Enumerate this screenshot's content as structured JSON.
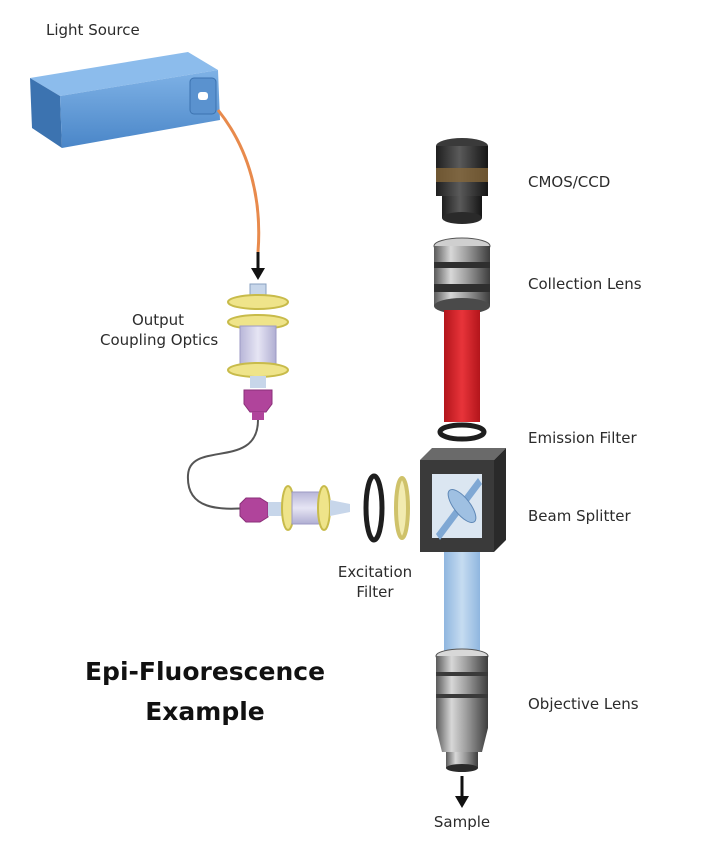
{
  "title": {
    "line1": "Epi-Fluorescence",
    "line2": "Example"
  },
  "labels": {
    "light_source": "Light Source",
    "output_coupling_line1": "Output",
    "output_coupling_line2": "Coupling Optics",
    "cmos_ccd": "CMOS/CCD",
    "collection_lens": "Collection Lens",
    "emission_filter": "Emission Filter",
    "beam_splitter": "Beam Splitter",
    "excitation_line1": "Excitation",
    "excitation_line2": "Filter",
    "objective_lens": "Objective Lens",
    "sample": "Sample"
  },
  "colors": {
    "light_source_body": "#4a86c8",
    "emission_beam": "#d81f26",
    "excitation_beam": "#a9c8e8",
    "fiber_orange": "#e88a4c",
    "coupler_magenta": "#b0449b",
    "filter_ring_yellow": "#e8dc7a"
  }
}
